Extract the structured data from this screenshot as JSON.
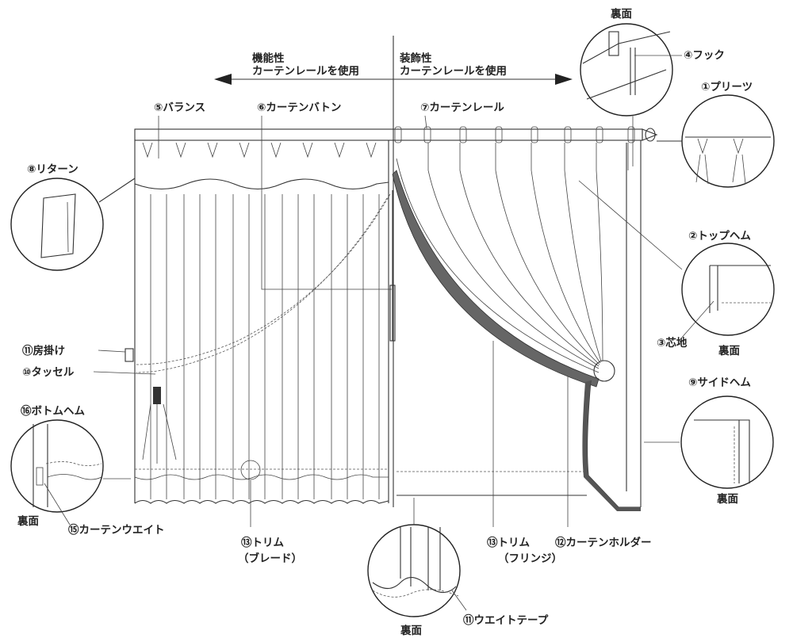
{
  "header": {
    "left_line1": "機能性",
    "left_line2": "カーテンレールを使用",
    "right_line1": "装飾性",
    "right_line2": "カーテンレールを使用"
  },
  "labels": {
    "hook": "④フック",
    "back_top": "裏面",
    "pleats": "①プリーツ",
    "valance": "⑤バランス",
    "baton": "⑥カーテンバトン",
    "rail": "⑦カーテンレール",
    "return": "⑧リターン",
    "top_hem": "②トップヘム",
    "core": "③芯地",
    "back_tophem": "裏面",
    "tieback_hook": "⑪房掛け",
    "tassel": "⑩タッセル",
    "side_hem": "⑨サイドヘム",
    "back_sidehem": "裏面",
    "bottom_hem": "⑯ボトムヘム",
    "back_bottom": "裏面",
    "weight": "⑮カーテンウエイト",
    "trim_braid_1": "⑬トリム",
    "trim_braid_2": "（ブレード）",
    "trim_fringe_1": "⑬トリム",
    "trim_fringe_2": "（フリンジ）",
    "holder": "⑫カーテンホルダー",
    "weight_tape": "⑪ウエイトテープ",
    "back_weight": "裏面"
  }
}
